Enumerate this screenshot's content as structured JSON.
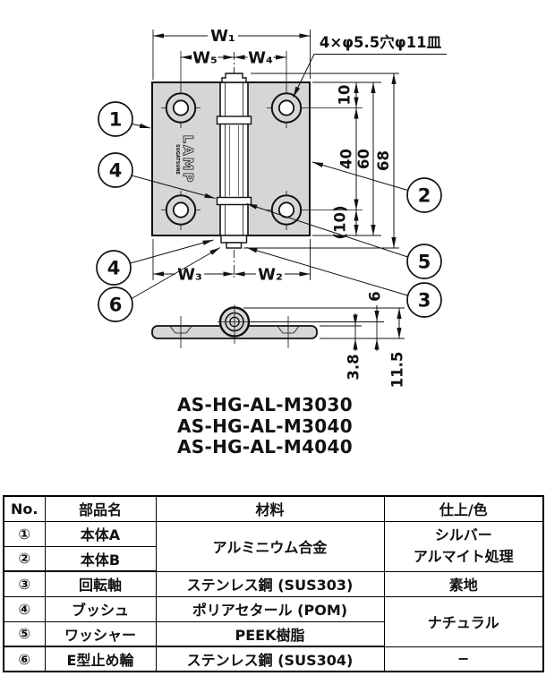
{
  "colors": {
    "plate_gray": "#d6d6d6",
    "line_black": "#111111"
  },
  "drawing": {
    "hole_note": "4×φ5.5穴φ11皿",
    "logo": {
      "brand": "LAMP",
      "maker": "SUGATSUNE"
    },
    "dims": {
      "w1": "W₁",
      "w5": "W₅",
      "w4": "W₄",
      "w3": "W₃",
      "w2": "W₂",
      "top_edge_to_hole": "10",
      "hole_pitch": "40",
      "plate_height": "60",
      "overall_height": "68",
      "hole_to_bottom_ref": "(10)",
      "pin_center_height": "6",
      "plate_thickness": "3.8",
      "overall_thickness": "11.5"
    },
    "callouts": {
      "c1": "1",
      "c2": "2",
      "c3": "3",
      "c4": "4",
      "c5": "5",
      "c6": "6"
    },
    "models": [
      "AS-HG-AL-M3030",
      "AS-HG-AL-M3040",
      "AS-HG-AL-M4040"
    ]
  },
  "table": {
    "headers": [
      "No.",
      "部品名",
      "材料",
      "仕上/色"
    ],
    "rows": [
      {
        "no": "①",
        "name": "本体A"
      },
      {
        "no": "②",
        "name": "本体B"
      },
      {
        "no": "③",
        "name": "回転軸",
        "material": "ステンレス鋼 (SUS303)",
        "finish": "素地"
      },
      {
        "no": "④",
        "name": "ブッシュ",
        "material": "ポリアセタール (POM)"
      },
      {
        "no": "⑤",
        "name": "ワッシャー",
        "material": "PEEK樹脂"
      },
      {
        "no": "⑥",
        "name": "E型止め輪",
        "material": "ステンレス鋼 (SUS304)",
        "finish": "−"
      }
    ],
    "merged": {
      "material_rows12": "アルミニウム合金",
      "finish_rows12_line1": "シルバー",
      "finish_rows12_line2": "アルマイト処理",
      "finish_rows45": "ナチュラル"
    }
  }
}
